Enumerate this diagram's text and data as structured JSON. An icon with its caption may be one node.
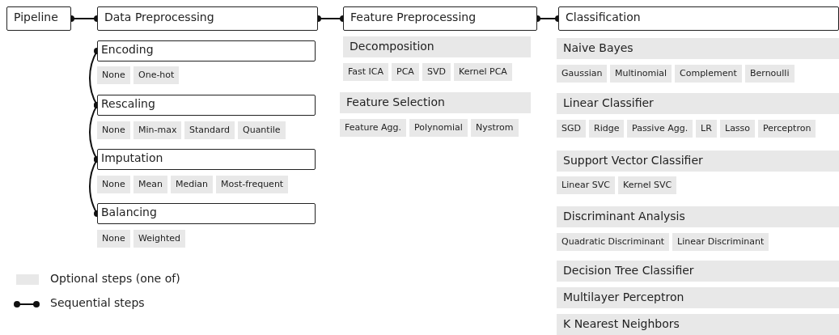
{
  "diagram": {
    "nodes": [
      {
        "text": [
          "Pipeline"
        ]
      },
      {
        "text": [
          "Data Preprocessing"
        ]
      },
      {
        "text": [
          "Feature Preprocessing"
        ]
      },
      {
        "text": [
          "Classification"
        ]
      },
      {
        "text": [
          "Encoding"
        ]
      },
      {
        "text": [
          "None"
        ]
      },
      {
        "text": [
          "One-hot"
        ]
      },
      {
        "text": [
          "Rescaling"
        ]
      },
      {
        "text": [
          "None"
        ]
      },
      {
        "text": [
          "Min-max"
        ]
      },
      {
        "text": [
          "Standard"
        ]
      },
      {
        "text": [
          "Quantile"
        ]
      },
      {
        "text": [
          "Imputation"
        ]
      },
      {
        "text": [
          "None"
        ]
      },
      {
        "text": [
          "Mean"
        ]
      },
      {
        "text": [
          "Median"
        ]
      },
      {
        "text": [
          "Most-frequent"
        ]
      },
      {
        "text": [
          "Balancing"
        ]
      },
      {
        "text": [
          "None"
        ]
      },
      {
        "text": [
          "Weighted"
        ]
      },
      {
        "text": [
          "Decomposition"
        ]
      },
      {
        "text": [
          "Fast ICA"
        ]
      },
      {
        "text": [
          "PCA"
        ]
      },
      {
        "text": [
          "SVD"
        ]
      },
      {
        "text": [
          "Kernel PCA"
        ]
      },
      {
        "text": [
          "Feature Selection"
        ]
      },
      {
        "text": [
          "Feature Agg."
        ]
      },
      {
        "text": [
          "Polynomial"
        ]
      },
      {
        "text": [
          "Nystrom"
        ]
      },
      {
        "text": [
          "Naive Bayes"
        ]
      },
      {
        "text": [
          "Gaussian"
        ]
      },
      {
        "text": [
          "Multinomial"
        ]
      },
      {
        "text": [
          "Complement"
        ]
      },
      {
        "text": [
          "Bernoulli"
        ]
      },
      {
        "text": [
          "Linear Classifier"
        ]
      },
      {
        "text": [
          "SGD"
        ]
      },
      {
        "text": [
          "Ridge"
        ]
      },
      {
        "text": [
          "Passive Agg."
        ]
      },
      {
        "text": [
          "LR"
        ]
      },
      {
        "text": [
          "Lasso"
        ]
      },
      {
        "text": [
          "Perceptron"
        ]
      },
      {
        "text": [
          "Support Vector Classifier"
        ]
      },
      {
        "text": [
          "Linear SVC"
        ]
      },
      {
        "text": [
          "Kernel SVC"
        ]
      },
      {
        "text": [
          "Discriminant Analysis"
        ]
      },
      {
        "text": [
          "Quadratic Discriminant"
        ]
      },
      {
        "text": [
          "Linear Discriminant"
        ]
      },
      {
        "text": [
          "Decision Tree Classifier"
        ]
      },
      {
        "text": [
          "Multilayer Perceptron"
        ]
      },
      {
        "text": [
          "K Nearest Neighbors"
        ]
      }
    ],
    "edges": [
      {
        "from": 0,
        "to": 1,
        "arrow": "other"
      },
      {
        "from": 1,
        "to": 2,
        "arrow": "other"
      },
      {
        "from": 2,
        "to": 3,
        "arrow": "other"
      },
      {
        "from": 4,
        "to": 7,
        "arrow": "other"
      },
      {
        "from": 7,
        "to": 12,
        "arrow": "other"
      },
      {
        "from": 12,
        "to": 17,
        "arrow": "other"
      }
    ],
    "legend": [
      {
        "text": "Optional steps (one of)",
        "color": "#e8e8e8"
      },
      {
        "text": "Sequential steps"
      }
    ]
  }
}
